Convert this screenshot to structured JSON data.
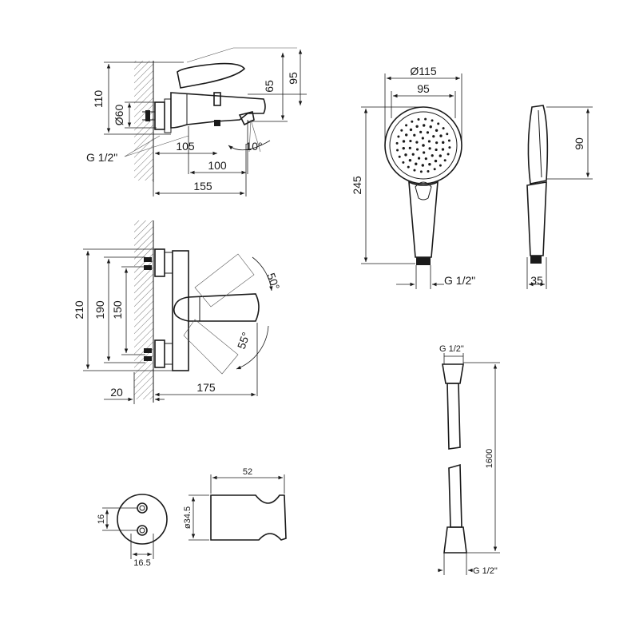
{
  "colors": {
    "line": "#1a1a1a",
    "background": "#ffffff",
    "hatch": "#555555"
  },
  "mixer_side": {
    "dims": {
      "h110": "110",
      "d60": "Ø60",
      "g": "G 1/2\"",
      "w105": "105",
      "w100": "100",
      "w155": "155",
      "h65": "65",
      "h95": "95",
      "angle10": "10°"
    }
  },
  "mixer_front": {
    "dims": {
      "h210": "210",
      "h190": "190",
      "h150": "150",
      "w20": "20",
      "w175": "175",
      "angle50": "50°",
      "angle55": "55°"
    }
  },
  "hand_shower": {
    "dims": {
      "d115": "Ø115",
      "w95": "95",
      "h245": "245",
      "g": "G 1/2\"",
      "h90": "90",
      "w35": "35"
    }
  },
  "hose": {
    "dims": {
      "g_top": "G 1/2\"",
      "length": "1600",
      "g_bottom": "G 1/2\""
    }
  },
  "flange": {
    "dims": {
      "h16": "16",
      "w16_5": "16.5"
    }
  },
  "holder": {
    "dims": {
      "w52": "52",
      "d34_5": "ø34.5"
    }
  }
}
